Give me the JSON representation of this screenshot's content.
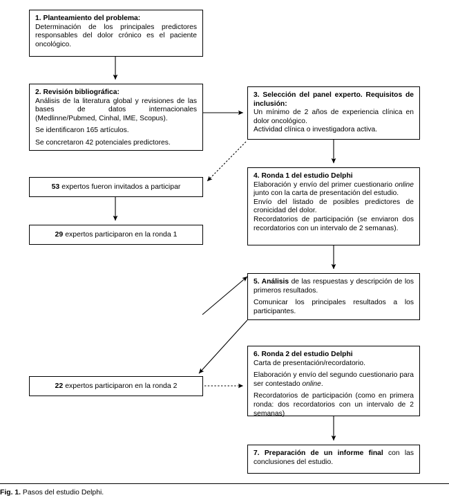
{
  "figure": {
    "label": "Fig. 1.",
    "caption": "Pasos del estudio Delphi."
  },
  "boxes": {
    "b1": {
      "title": "1. Planteamiento del problema:",
      "lines": [
        "Determinación de los principales predictores responsables del dolor crónico es el paciente oncológico."
      ]
    },
    "b2": {
      "title": "2. Revisión bibliográfica:",
      "line1": "Análisis de la literatura global y revisiones de las bases de datos internacionales (Medlinne/Pubmed, Cinhal, IME, Scopus).",
      "line2": "Se identificaron 165 artículos.",
      "line3": "Se concretaron 42 potenciales predictores."
    },
    "b3": {
      "title": "3. Selección del panel experto. Requisitos de inclusión:",
      "line1": "Un mínimo de 2 años de experiencia clínica en dolor oncológico.",
      "line2": "Actividad clínica o investigadora activa."
    },
    "b4": {
      "title": "4. Ronda 1 del estudio Delphi",
      "line1_a": "Elaboración y envío del primer cuestionario ",
      "line1_italic": "online",
      "line1_b": " junto con la carta de presentación del estudio.",
      "line2": "Envío del listado de posibles predictores de cronicidad del dolor.",
      "line3": "Recordatorios de participación (se enviaron dos recordatorios con un intervalo de 2 semanas)."
    },
    "b5": {
      "title": "5. Análisis",
      "title_rest": " de las respuestas y descripción de los primeros resultados.",
      "line2": "Comunicar los principales resultados a los participantes."
    },
    "b6": {
      "title": "6. Ronda 2 del estudio Delphi",
      "line1": "Carta de presentación/recordatorio.",
      "line2_a": "Elaboración y envío del segundo cuestionario para ser contestado ",
      "line2_italic": "online",
      "line2_b": ".",
      "line3": "Recordatorios de participación (como en primera ronda: dos recordatorios con un intervalo de 2 semanas)"
    },
    "b7": {
      "title": "7. Preparación de un informe final",
      "title_rest": " con las conclusiones del estudio."
    },
    "invited": {
      "number": "53",
      "text": "expertos fueron invitados a participar"
    },
    "round1": {
      "number": "29",
      "text": "expertos participaron en la ronda 1"
    },
    "round2": {
      "number": "22",
      "text": "expertos participaron en la ronda 2"
    }
  },
  "connectors": [
    {
      "name": "arrow-b1-to-b2",
      "style": "solid"
    },
    {
      "name": "arrow-b2-to-b3",
      "style": "solid"
    },
    {
      "name": "arrow-b3-to-invited",
      "style": "dotted"
    },
    {
      "name": "arrow-b3-to-b4",
      "style": "solid"
    },
    {
      "name": "arrow-invited-to-round1",
      "style": "solid"
    },
    {
      "name": "arrow-b4-to-b5",
      "style": "solid"
    },
    {
      "name": "arrow-round1-to-b5",
      "style": "solid"
    },
    {
      "name": "arrow-b5-to-round2",
      "style": "solid"
    },
    {
      "name": "arrow-round2-to-b6",
      "style": "dotted"
    },
    {
      "name": "arrow-b6-to-b7",
      "style": "solid"
    }
  ],
  "colors": {
    "line": "#000000",
    "box_border": "#000000",
    "background": "#ffffff",
    "text": "#000000"
  }
}
